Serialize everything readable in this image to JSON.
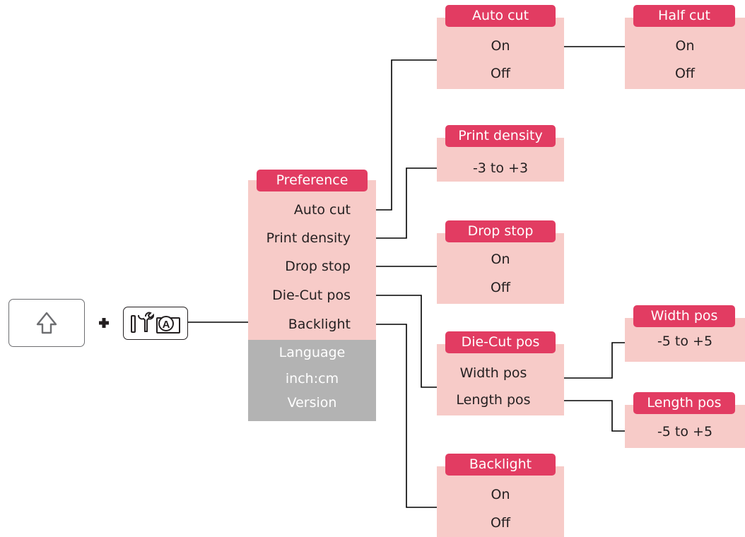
{
  "keys": {
    "shift_icon": "shift-arrow-icon",
    "plus_icon": "plus-icon",
    "function_icon": "tools-and-a-icon"
  },
  "preference": {
    "title": "Preference",
    "items": [
      "Auto cut",
      "Print density",
      "Drop stop",
      "Die-Cut pos",
      "Backlight"
    ],
    "disabled_items": [
      "Language",
      "inch:cm",
      "Version"
    ]
  },
  "auto_cut": {
    "title": "Auto cut",
    "options": [
      "On",
      "Off"
    ]
  },
  "half_cut": {
    "title": "Half cut",
    "options": [
      "On",
      "Off"
    ]
  },
  "print_density": {
    "title": "Print density",
    "options": [
      "-3 to +3"
    ]
  },
  "drop_stop": {
    "title": "Drop stop",
    "options": [
      "On",
      "Off"
    ]
  },
  "die_cut_pos": {
    "title": "Die-Cut pos",
    "options": [
      "Width pos",
      "Length pos"
    ]
  },
  "width_pos": {
    "title": "Width pos",
    "options": [
      "-5 to +5"
    ]
  },
  "length_pos": {
    "title": "Length pos",
    "options": [
      "-5 to +5"
    ]
  },
  "backlight": {
    "title": "Backlight",
    "options": [
      "On",
      "Off"
    ]
  },
  "colors": {
    "header": "#e23c62",
    "panel": "#f7cbc8",
    "disabled": "#b3b3b3",
    "line": "#000000"
  }
}
